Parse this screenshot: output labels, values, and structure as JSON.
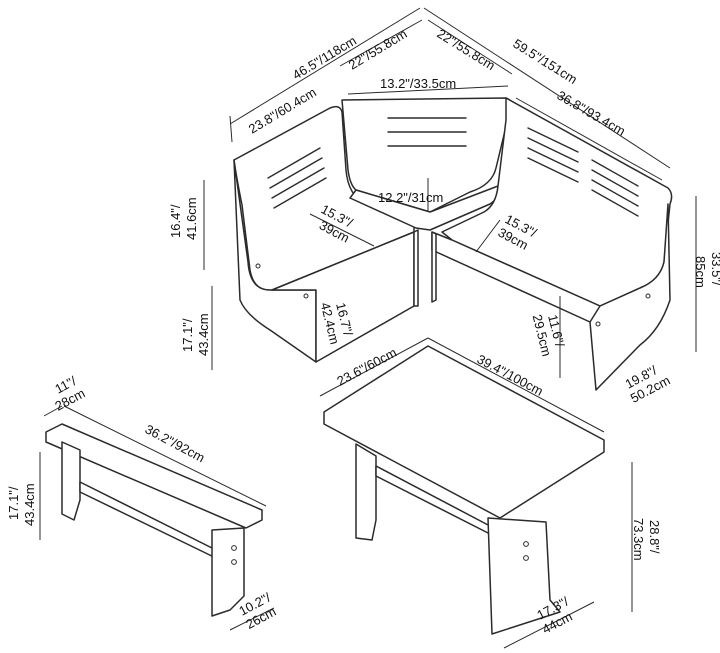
{
  "dimensions": {
    "overall_left": "46.5\"/118cm",
    "left_seat_length": "23.8\"/60.4cm",
    "corner_depth_left": "22\"/55.8cm",
    "corner_depth_right": "22\"/55.8cm",
    "overall_right": "59.5\"/151cm",
    "corner_back_width": "13.2\"/33.5cm",
    "right_seat_length": "36.8\"/93.4cm",
    "corner_front_width": "12.2\"/31cm",
    "left_back_height": [
      "16.4\"/",
      "41.6cm"
    ],
    "left_seat_depth": [
      "15.3\"/",
      "39cm"
    ],
    "right_seat_depth": [
      "15.3\"/",
      "39cm"
    ],
    "overall_height": [
      "33.5\"/",
      "85cm"
    ],
    "left_seat_height": [
      "17.1\"/",
      "43.4cm"
    ],
    "inner_seat_height": [
      "16.7\"/",
      "42.4cm"
    ],
    "right_leg_height": [
      "11.6\"/",
      "29.5cm"
    ],
    "right_depth": [
      "19.8\"/",
      "50.2cm"
    ],
    "table_width": "23.6\"/60cm",
    "table_length": "39.4\"/100cm",
    "bench_depth": [
      "11\"/",
      "28cm"
    ],
    "bench_length": "36.2\"/92cm",
    "bench_height": [
      "17.1\"/",
      "43.4cm"
    ],
    "bench_leg_depth": [
      "10.2\"/",
      "26cm"
    ],
    "table_height": [
      "28.8\"/",
      "73.3cm"
    ],
    "table_leg_depth": [
      "17.3\"/",
      "44cm"
    ]
  }
}
